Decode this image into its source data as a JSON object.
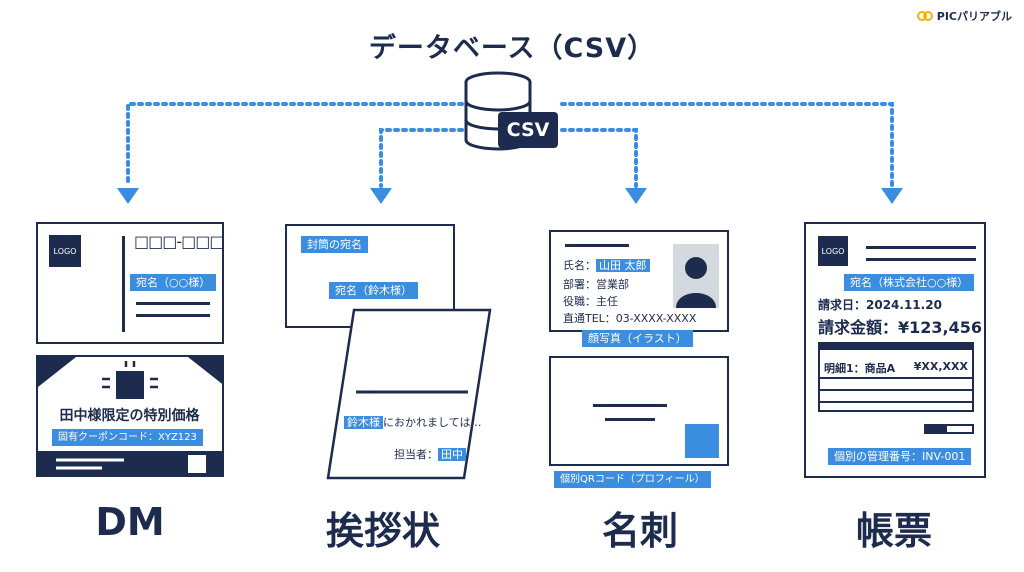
{
  "title": "データベース（CSV）",
  "brand": "PICパリアブル",
  "db_label": "CSV",
  "dm": {
    "logo": "LOGO",
    "stamp_boxes": "□□□-□□□",
    "address": "宛名（○○様）",
    "offer": "田中様限定の特別価格",
    "coupon": "固有クーポンコード：XYZ123",
    "label": "DM"
  },
  "greeting": {
    "envelope_label": "封筒の宛名",
    "addressee": "宛名（鈴木様）",
    "salutation_name": "鈴木様",
    "salutation_rest": "におかれましては…",
    "staff_label": "担当者：",
    "staff_name": "田中",
    "label": "挨拶状"
  },
  "card": {
    "name_label": "氏名：",
    "name": "山田 太郎",
    "dept": "部署：営業部",
    "title": "役職：主任",
    "tel": "直通TEL：03-XXXX-XXXX",
    "photo_note": "顔写真（イラスト）",
    "qr_note": "個別QRコード（プロフィール）",
    "label": "名刺"
  },
  "invoice": {
    "logo": "LOGO",
    "address": "宛名（株式会社○○様）",
    "date": "請求日：2024.11.20",
    "amount": "請求金額：¥123,456",
    "detail_item": "明細1：商品A",
    "detail_price": "¥XX,XXX",
    "manage_no": "個別の管理番号：INV-001",
    "label": "帳票"
  },
  "colors": {
    "navy": "#1d2b4f",
    "accent": "#3b8de0"
  }
}
